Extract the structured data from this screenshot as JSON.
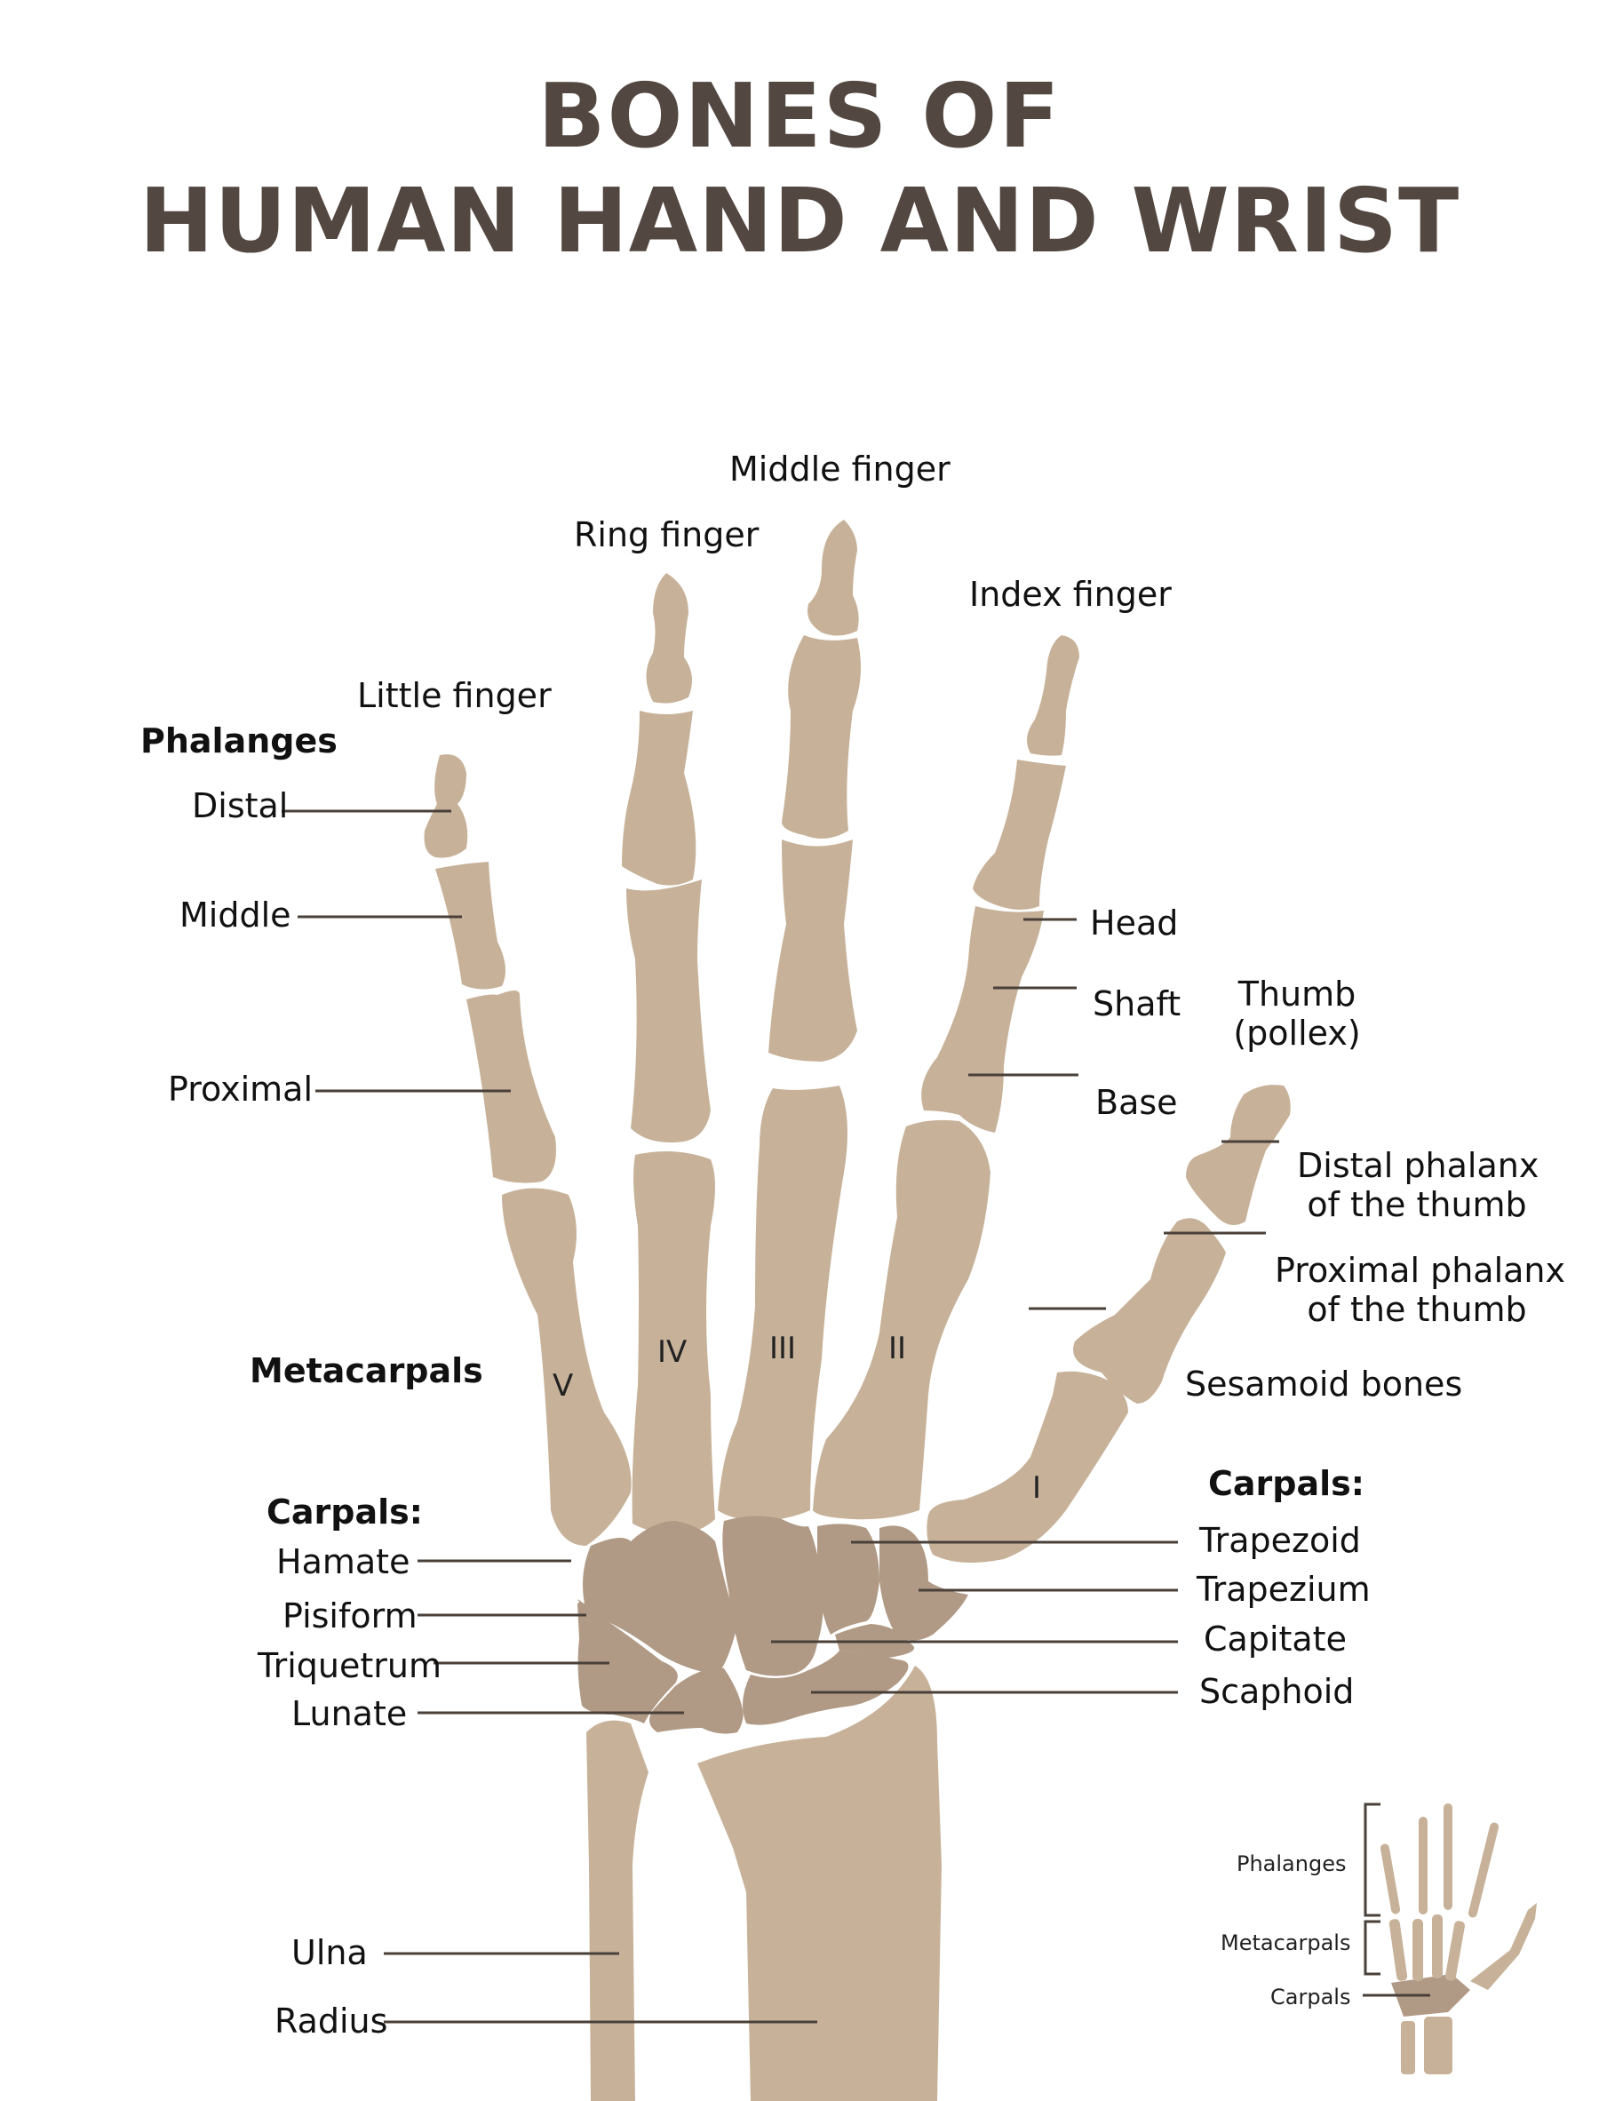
{
  "title": {
    "line1": "BONES OF",
    "line2": "HUMAN HAND AND WRIST"
  },
  "fingers": {
    "little": "Little finger",
    "ring": "Ring finger",
    "middle": "Middle finger",
    "index": "Index finger",
    "thumb_line1": "Thumb",
    "thumb_line2": "(pollex)"
  },
  "phalanges": {
    "heading": "Phalanges",
    "distal": "Distal",
    "middle": "Middle",
    "proximal": "Proximal"
  },
  "bone_parts": {
    "head": "Head",
    "shaft": "Shaft",
    "base": "Base"
  },
  "thumb_parts": {
    "distal_line1": "Distal phalanx",
    "distal_line2": "of the thumb",
    "proximal_line1": "Proximal phalanx",
    "proximal_line2": "of the thumb",
    "sesamoid": "Sesamoid bones"
  },
  "metacarpals": {
    "heading": "Metacarpals",
    "numerals": [
      "V",
      "IV",
      "III",
      "II",
      "I"
    ]
  },
  "carpals_left": {
    "heading": "Carpals:",
    "items": [
      "Hamate",
      "Pisiform",
      "Triquetrum",
      "Lunate"
    ]
  },
  "carpals_right": {
    "heading": "Carpals:",
    "items": [
      "Trapezoid",
      "Trapezium",
      "Capitate",
      "Scaphoid"
    ]
  },
  "forearm": {
    "ulna": "Ulna",
    "radius": "Radius"
  },
  "inset": {
    "phalanges": "Phalanges",
    "metacarpals": "Metacarpals",
    "carpals": "Carpals"
  },
  "colors": {
    "bone": "#c7b299",
    "carpal": "#b09a85",
    "leader": "#4a403a",
    "title": "#524741"
  }
}
